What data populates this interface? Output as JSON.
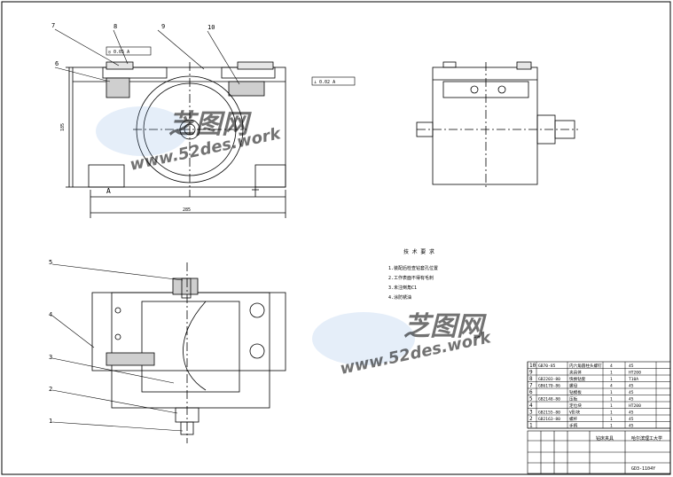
{
  "drawing": {
    "title_block_name": "钻床夹具",
    "title_block_company": "哈尔滨理工大学",
    "drawing_number": "GD3-1104Y",
    "dimension_width": "285",
    "dimension_height": "185",
    "datum_label": "A"
  },
  "callouts": {
    "top": [
      "7",
      "8",
      "9",
      "10"
    ],
    "left_top": "6",
    "bottom": [
      "5",
      "4",
      "3",
      "2",
      "1"
    ]
  },
  "tolerance_frames": [
    "◎ 0.05 A",
    "⊥ 0.02 A"
  ],
  "technical_requirements": {
    "heading": "技 术 要 求",
    "lines": [
      "1.装配后检查钻套孔位置",
      "2.工作表面不得有毛刺",
      "3.未注倒角C1",
      "4.涂防锈油"
    ]
  },
  "parts_list": [
    {
      "no": "10",
      "code": "GB70-85",
      "name": "内六角圆柱头螺钉",
      "qty": "4",
      "material": "45"
    },
    {
      "no": "9",
      "code": "",
      "name": "夹具体",
      "qty": "1",
      "material": "HT200"
    },
    {
      "no": "8",
      "code": "GB2203-80",
      "name": "快换钻套",
      "qty": "1",
      "material": "T10A"
    },
    {
      "no": "7",
      "code": "GB6170-86",
      "name": "螺母",
      "qty": "4",
      "material": "45"
    },
    {
      "no": "6",
      "code": "",
      "name": "钻模板",
      "qty": "1",
      "material": "45"
    },
    {
      "no": "5",
      "code": "GB2148-80",
      "name": "压板",
      "qty": "1",
      "material": "45"
    },
    {
      "no": "4",
      "code": "",
      "name": "定位块",
      "qty": "1",
      "material": "HT200"
    },
    {
      "no": "3",
      "code": "GB2155-80",
      "name": "V形块",
      "qty": "1",
      "material": "45"
    },
    {
      "no": "2",
      "code": "GB2163-80",
      "name": "螺杆",
      "qty": "1",
      "material": "45"
    },
    {
      "no": "1",
      "code": "",
      "name": "手柄",
      "qty": "1",
      "material": "45"
    }
  ],
  "colors": {
    "line": "#000000",
    "highlight": "#cc33cc",
    "watermark": "#6f9fde"
  },
  "watermark": {
    "brand": "芝图网",
    "url": "www.52des.work"
  }
}
